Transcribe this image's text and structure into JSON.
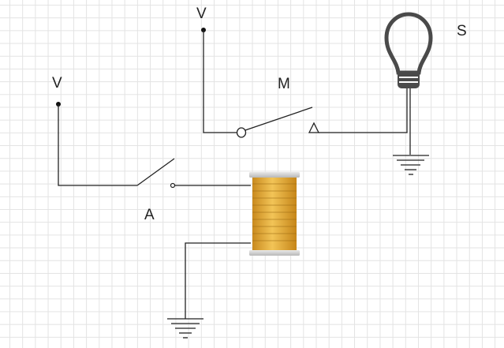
{
  "labels": {
    "supply_top": "V",
    "supply_left": "V",
    "switch_m": "M",
    "switch_a": "A",
    "lamp": "S"
  },
  "colors": {
    "wire": "#222222",
    "grid": "#e3e3e3",
    "coil_winding": "#d9a23a",
    "coil_cap": "#c8c8c8",
    "bulb": "#4a4a4a"
  },
  "icons": {
    "lamp": "light-bulb-icon",
    "ground": "ground-icon",
    "coil": "relay-coil-icon"
  }
}
